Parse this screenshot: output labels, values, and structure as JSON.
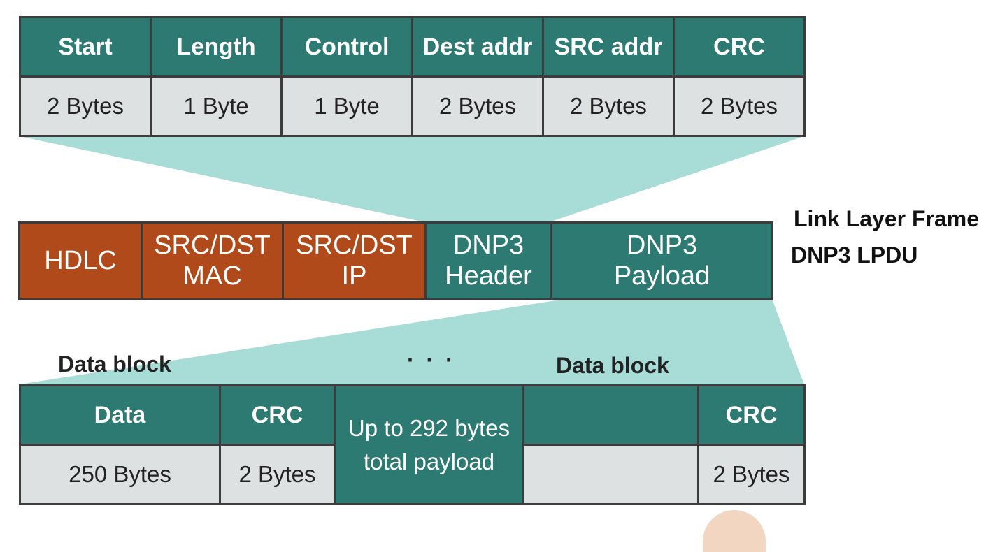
{
  "colors": {
    "teal": "#2d7a73",
    "light_teal": "#a8dcd6",
    "brown": "#b04a1b",
    "gray": "#dde1e2"
  },
  "link_header": {
    "fields": [
      {
        "name": "Start",
        "size": "2 Bytes"
      },
      {
        "name": "Length",
        "size": "1 Byte"
      },
      {
        "name": "Control",
        "size": "1 Byte"
      },
      {
        "name": "Dest addr",
        "size": "2 Bytes"
      },
      {
        "name": "SRC addr",
        "size": "2 Bytes"
      },
      {
        "name": "CRC",
        "size": "2 Bytes"
      }
    ]
  },
  "frame": {
    "segments": [
      {
        "line1": "HDLC",
        "line2": ""
      },
      {
        "line1": "SRC/DST",
        "line2": "MAC"
      },
      {
        "line1": "SRC/DST",
        "line2": "IP"
      },
      {
        "line1": "DNP3",
        "line2": "Header"
      },
      {
        "line1": "DNP3",
        "line2": "Payload"
      }
    ],
    "label_line1": "Link Layer Frame",
    "label_line2": "DNP3 LPDU"
  },
  "payload": {
    "block_label_left": "Data block",
    "ellipsis": "· · ·",
    "block_label_right": "Data block",
    "data_header": "Data",
    "data_size": "250 Bytes",
    "crc_header": "CRC",
    "crc_size": "2 Bytes",
    "middle_line1": "Up to 292 bytes",
    "middle_line2": "total payload",
    "crc2_header": "CRC",
    "crc2_size": "2 Bytes"
  }
}
